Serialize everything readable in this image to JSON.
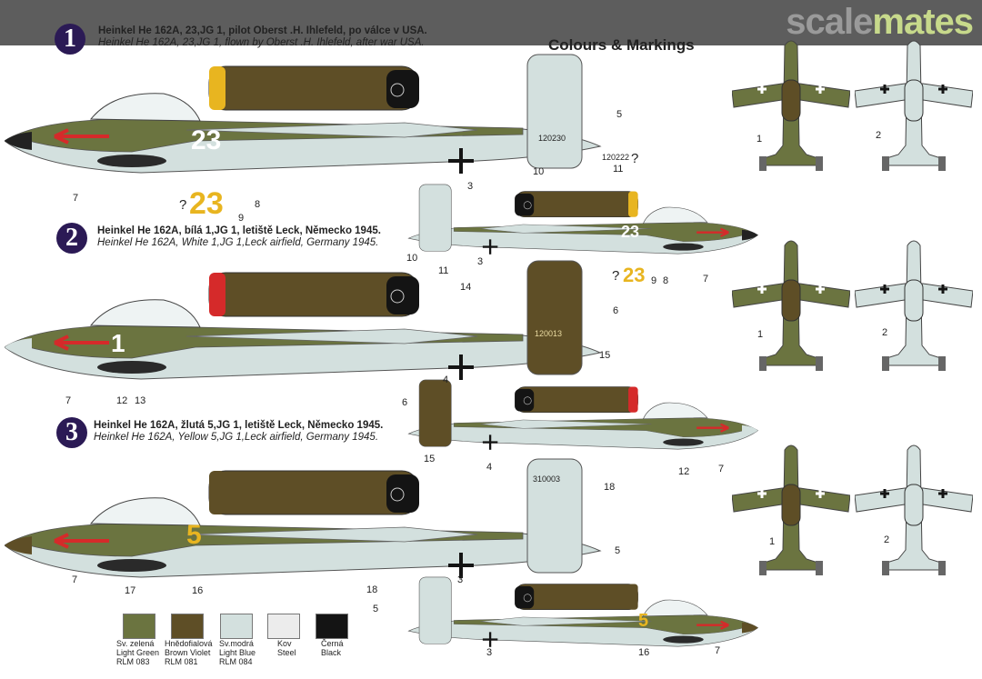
{
  "watermark": {
    "part1": "scale",
    "part2": "mates"
  },
  "title": "Colours & Markings",
  "schemes": [
    {
      "number": "1",
      "cz": "Heinkel He 162A, 23,JG 1, pilot Oberst .H. Ihlefeld, po válce v  USA.",
      "en": "Heinkel He 162A, 23,JG 1, flown by Oberst .H. Ihlefeld, after war  USA."
    },
    {
      "number": "2",
      "cz": "Heinkel He 162A, bílá 1,JG 1, letiště Leck, Německo 1945.",
      "en": "Heinkel He 162A, White 1,JG 1,Leck airfield, Germany 1945."
    },
    {
      "number": "3",
      "cz": "Heinkel He 162A, žlutá 5,JG 1, letiště Leck, Německo 1945.",
      "en": "Heinkel He 162A, Yellow 5,JG 1,Leck airfield, Germany 1945."
    }
  ],
  "markings": {
    "code1": "23",
    "code1_alt": "23",
    "serial1": "120230",
    "serial1_alt": "120222",
    "code2": "1",
    "serial2": "120013",
    "code3": "5",
    "serial3": "310003",
    "question": "?"
  },
  "callouts": {
    "n1": "1",
    "n2": "2",
    "n3": "3",
    "n4": "4",
    "n5": "5",
    "n6": "6",
    "n7": "7",
    "n8": "8",
    "n9": "9",
    "n10": "10",
    "n11": "11",
    "n12": "12",
    "n13": "13",
    "n14": "14",
    "n15": "15",
    "n16": "16",
    "n17": "17",
    "n18": "18"
  },
  "palette": [
    {
      "cz": "Sv. zelená",
      "en": "Light Green",
      "rlm": "RLM 083",
      "color": "#6b7440"
    },
    {
      "cz": "Hnědofialová",
      "en": "Brown Violet",
      "rlm": "RLM 081",
      "color": "#5e4e26"
    },
    {
      "cz": "Sv.modrá",
      "en": "Light Blue",
      "rlm": "RLM 084",
      "color": "#d3e0de"
    },
    {
      "cz": "Kov",
      "en": "Steel",
      "rlm": "",
      "color": "#ececec"
    },
    {
      "cz": "Černá",
      "en": "Black",
      "rlm": "",
      "color": "#141414"
    }
  ]
}
